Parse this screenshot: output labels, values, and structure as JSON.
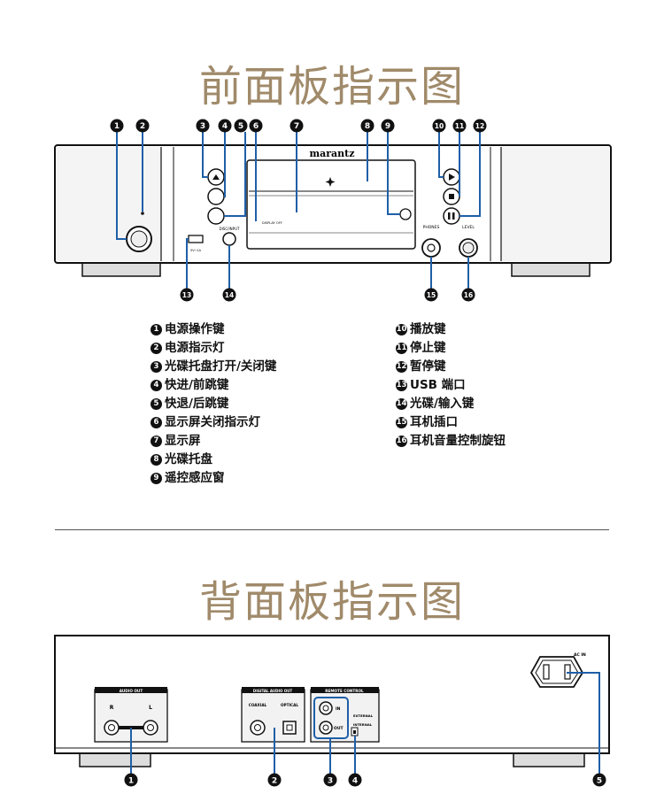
{
  "front": {
    "title": "前面板指示图",
    "brand": "marantz",
    "labels": {
      "phones": "PHONES",
      "level": "LEVEL",
      "disc_input": "DISC/INPUT",
      "display_off": "DISPLAY OFF",
      "usb_label": "5V⎓1A"
    },
    "callouts": [
      "1",
      "2",
      "3",
      "4",
      "5",
      "6",
      "7",
      "8",
      "9",
      "10",
      "11",
      "12",
      "13",
      "14",
      "15",
      "16"
    ],
    "legend_left": [
      {
        "num": "1",
        "text": "电源操作键"
      },
      {
        "num": "2",
        "text": "电源指示灯"
      },
      {
        "num": "3",
        "text": "光碟托盘打开/关闭键"
      },
      {
        "num": "4",
        "text": "快进/前跳键"
      },
      {
        "num": "5",
        "text": "快退/后跳键"
      },
      {
        "num": "6",
        "text": "显示屏关闭指示灯"
      },
      {
        "num": "7",
        "text": "显示屏"
      },
      {
        "num": "8",
        "text": "光碟托盘"
      },
      {
        "num": "9",
        "text": "遥控感应窗"
      }
    ],
    "legend_right": [
      {
        "num": "10",
        "text": "播放键"
      },
      {
        "num": "11",
        "text": "停止键"
      },
      {
        "num": "12",
        "text": "暂停键"
      },
      {
        "num": "13",
        "text": "USB 端口"
      },
      {
        "num": "14",
        "text": "光碟/输入键"
      },
      {
        "num": "15",
        "text": "耳机插口"
      },
      {
        "num": "16",
        "text": "耳机音量控制旋钮"
      }
    ]
  },
  "rear": {
    "title": "背面板指示图",
    "labels": {
      "audio_out": "AUDIO OUT",
      "digital_audio_out": "DIGITAL AUDIO OUT",
      "coaxial": "COAXIAL",
      "optical": "OPTICAL",
      "remote_control": "REMOTE CONTROL",
      "in": "IN",
      "out": "OUT",
      "external": "EXTERNAL",
      "internal": "INTERNAL",
      "ac_in": "AC IN",
      "right": "R",
      "left": "L"
    },
    "callouts": [
      "1",
      "2",
      "3",
      "4",
      "5"
    ]
  },
  "colors": {
    "title": "#a08a6a",
    "callout_line": "#1f5fa8",
    "callout_fill": "#111111"
  }
}
